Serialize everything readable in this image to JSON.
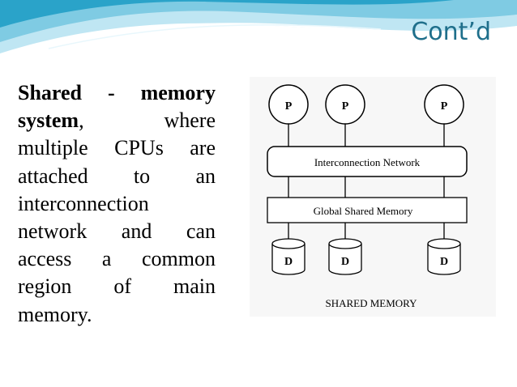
{
  "slide": {
    "title": "Cont’d",
    "body": {
      "lines": [
        [
          {
            "text": "Shared",
            "bold": true
          },
          {
            "text": "-",
            "bold": true
          },
          {
            "text": "memory",
            "bold": true
          }
        ],
        [
          {
            "text": "system",
            "bold": true,
            "suffix": ","
          },
          {
            "text": "where"
          }
        ],
        [
          {
            "text": "multiple"
          },
          {
            "text": "CPUs"
          },
          {
            "text": "are"
          }
        ],
        [
          {
            "text": "attached"
          },
          {
            "text": "to"
          },
          {
            "text": "an"
          }
        ],
        [
          {
            "text": "interconnection"
          }
        ],
        [
          {
            "text": "network"
          },
          {
            "text": "and"
          },
          {
            "text": "can"
          }
        ],
        [
          {
            "text": "access"
          },
          {
            "text": "a"
          },
          {
            "text": "common"
          }
        ],
        [
          {
            "text": "region"
          },
          {
            "text": "of"
          },
          {
            "text": "main"
          }
        ],
        [
          {
            "text": "memory."
          }
        ]
      ]
    }
  },
  "diagram": {
    "processors": [
      "P",
      "P",
      "P"
    ],
    "interconnect_label": "Interconnection Network",
    "global_memory_label": "Global Shared Memory",
    "disks": [
      "D",
      "D",
      "D"
    ],
    "caption": "SHARED MEMORY"
  },
  "colors": {
    "title": "#1f6f8b",
    "wave_dark": "#2aa3c9",
    "wave_light": "#bfe6f3",
    "text": "#000000"
  }
}
